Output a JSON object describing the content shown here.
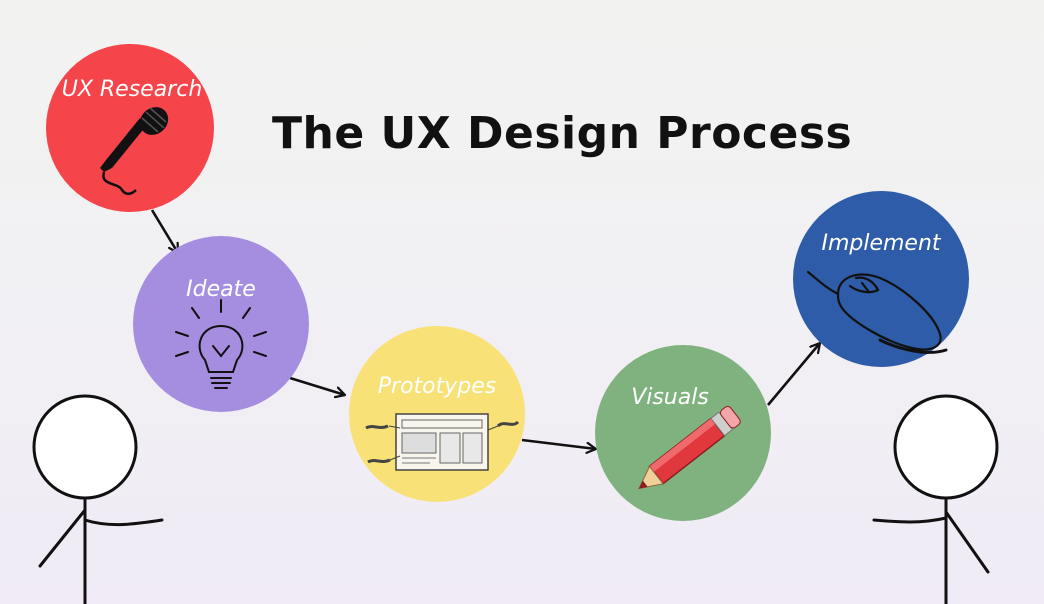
{
  "title": "The UX Design Process",
  "colors": {
    "research": "#f5454b",
    "ideate": "#a58ee0",
    "prototypes": "#f8e177",
    "visuals": "#7fb27e",
    "implement": "#2f5ca8"
  },
  "steps": [
    {
      "label": "UX Research",
      "icon": "microphone-icon"
    },
    {
      "label": "Ideate",
      "icon": "lightbulb-icon"
    },
    {
      "label": "Prototypes",
      "icon": "wireframe-sketch-icon"
    },
    {
      "label": "Visuals",
      "icon": "pencil-icon"
    },
    {
      "label": "Implement",
      "icon": "computer-mouse-icon"
    }
  ]
}
